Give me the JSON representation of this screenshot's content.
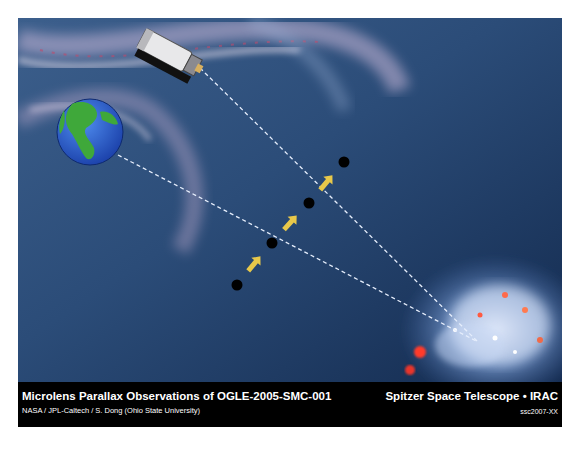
{
  "diagram": {
    "title": "Microlens Parallax Observations of OGLE-2005-SMC-001",
    "labels": [
      "Spitzer Space Telescope • IRAC",
      "NASA / JPL-Caltech / S. Dong (Ohio State University)",
      "ssc2007-XX"
    ]
  }
}
